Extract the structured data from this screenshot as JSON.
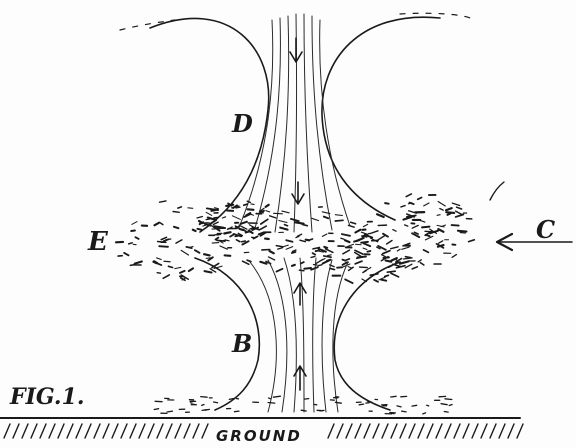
{
  "figure": {
    "caption": "FIG.1.",
    "ground_label": "GROUND",
    "labels": {
      "d": "D",
      "e": "E",
      "c": "C",
      "b": "B"
    }
  },
  "colors": {
    "ink": "#1a1a1a",
    "paper": "#fdfdfd"
  }
}
